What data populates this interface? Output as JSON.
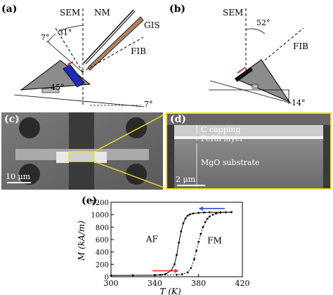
{
  "panels": {
    "a": {
      "label": "(a)",
      "texts": {
        "sem": "SEM",
        "nm": "NM",
        "gis": "GIS",
        "fib": "FIB",
        "angle_7_top": "7°",
        "angle_31": "31°",
        "angle_45": "45°",
        "angle_7_bottom": "7°"
      }
    },
    "b": {
      "label": "(b)",
      "texts": {
        "sem": "SEM",
        "fib": "FIB",
        "angle_52": "52°",
        "angle_14": "14°"
      }
    },
    "c": {
      "label": "(c)",
      "scalebar": "10 μm"
    },
    "d": {
      "label": "(d)",
      "layers": {
        "capping": "C capping",
        "ferh": "FeRh layer",
        "substrate": "MgO substrate"
      },
      "scalebar": "2 μm"
    },
    "e": {
      "label": "(e)"
    }
  },
  "chart_data": {
    "type": "line",
    "xlabel": "T (K)",
    "ylabel": "M (kA/m)",
    "xlim": [
      300,
      420
    ],
    "ylim": [
      0,
      1200
    ],
    "xticks": [
      300,
      340,
      380,
      420
    ],
    "yticks": [
      0,
      200,
      400,
      600,
      800,
      1000,
      1200
    ],
    "annotations": [
      "AF",
      "FM"
    ],
    "series": [
      {
        "name": "",
        "x": [
          300,
          320,
          340,
          345,
          350,
          355,
          358,
          360,
          362,
          364,
          366,
          368,
          370,
          372,
          375,
          380,
          385,
          390,
          400,
          410
        ],
        "y": [
          20,
          22,
          25,
          30,
          45,
          100,
          200,
          350,
          550,
          730,
          860,
          940,
          985,
          1005,
          1020,
          1030,
          1035,
          1038,
          1040,
          1040
        ]
      },
      {
        "name": "",
        "x": [
          300,
          320,
          340,
          360,
          365,
          370,
          373,
          376,
          378,
          380,
          382,
          384,
          386,
          388,
          390,
          393,
          396,
          400,
          405,
          410
        ],
        "y": [
          20,
          22,
          25,
          32,
          40,
          70,
          140,
          280,
          420,
          560,
          690,
          800,
          880,
          935,
          970,
          1000,
          1020,
          1032,
          1038,
          1040
        ]
      }
    ],
    "arrows": [
      {
        "color": "#e03030",
        "direction": "heating"
      },
      {
        "color": "#3050d0",
        "direction": "cooling"
      }
    ]
  }
}
